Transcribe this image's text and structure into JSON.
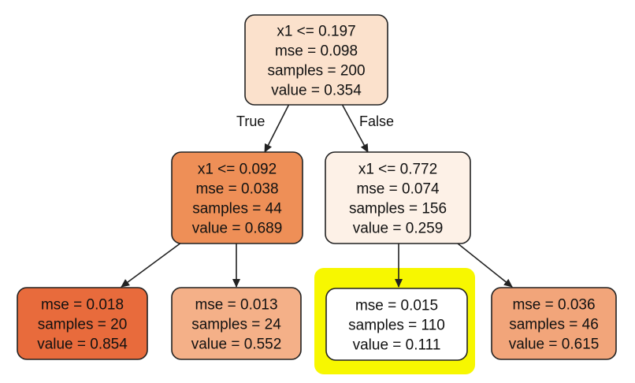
{
  "highlight_color": "#f7f700",
  "edge_color": "#222222",
  "nodes": {
    "root": {
      "lines": [
        "x1 <= 0.197",
        "mse = 0.098",
        "samples = 200",
        "value = 0.354"
      ],
      "fill": "#fbe1cc"
    },
    "left": {
      "lines": [
        "x1 <= 0.092",
        "mse = 0.038",
        "samples = 44",
        "value = 0.689"
      ],
      "fill": "#ee8f57"
    },
    "right": {
      "lines": [
        "x1 <= 0.772",
        "mse = 0.074",
        "samples = 156",
        "value = 0.259"
      ],
      "fill": "#fdf1e7"
    },
    "left_left": {
      "lines": [
        "mse = 0.018",
        "samples = 20",
        "value = 0.854"
      ],
      "fill": "#e86b3c"
    },
    "left_right": {
      "lines": [
        "mse = 0.013",
        "samples = 24",
        "value = 0.552"
      ],
      "fill": "#f4b088"
    },
    "right_left": {
      "lines": [
        "mse = 0.015",
        "samples = 110",
        "value = 0.111"
      ],
      "fill": "#ffffff",
      "highlighted": true
    },
    "right_right": {
      "lines": [
        "mse = 0.036",
        "samples = 46",
        "value = 0.615"
      ],
      "fill": "#f2a57a"
    }
  },
  "edge_labels": {
    "true_label": "True",
    "false_label": "False"
  }
}
